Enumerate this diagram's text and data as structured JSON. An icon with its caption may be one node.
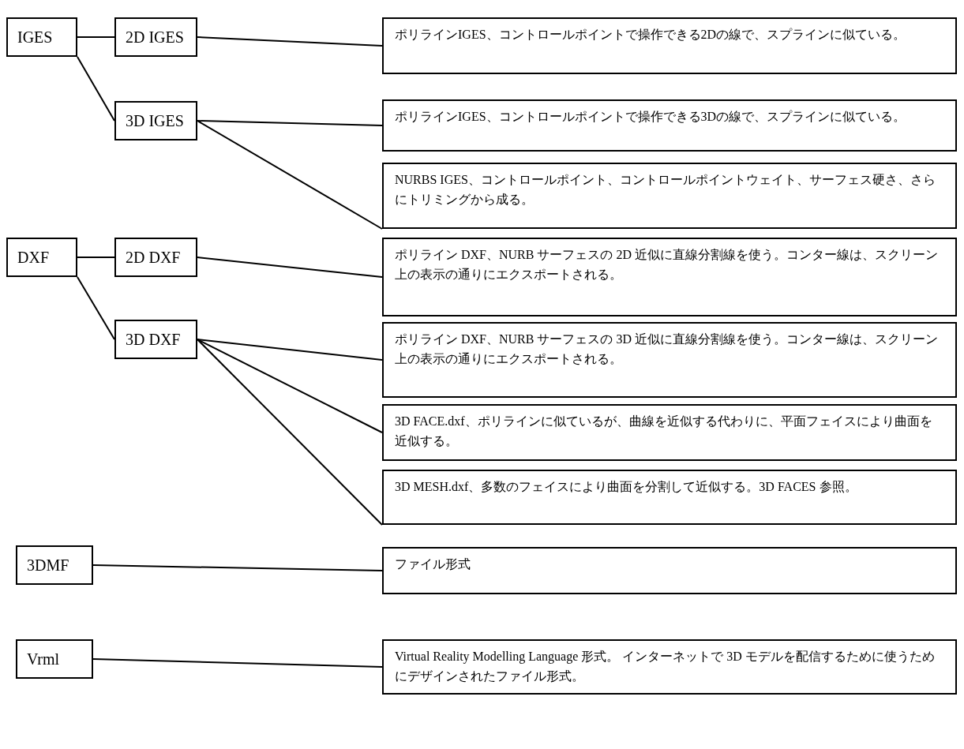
{
  "diagram": {
    "nodes": [
      {
        "text": [
          "IGES"
        ]
      },
      {
        "text": [
          "2D IGES"
        ]
      },
      {
        "text": [
          "3D IGES"
        ]
      },
      {
        "text": [
          "ポリラインIGES、コントロールポイントで操作できる2Dの線で、スプラインに似ている。"
        ]
      },
      {
        "text": [
          "ポリラインIGES、コントロールポイントで操作できる3Dの線で、スプラインに似ている。"
        ]
      },
      {
        "text": [
          "NURBS IGES、コントロールポイント、コントロールポイントウェイト、サーフェス硬さ、さらにトリミングから成る。"
        ]
      },
      {
        "text": [
          "DXF"
        ]
      },
      {
        "text": [
          "2D DXF"
        ]
      },
      {
        "text": [
          "3D DXF"
        ]
      },
      {
        "text": [
          "ポリライン DXF、NURB サーフェスの 2D 近似に直線分割線を使う。コンター線は、スクリーン上の表示の通りにエクスポートされる。"
        ]
      },
      {
        "text": [
          "ポリライン DXF、NURB サーフェスの 3D 近似に直線分割線を使う。コンター線は、スクリーン上の表示の通りにエクスポートされる。"
        ]
      },
      {
        "text": [
          "3D FACE.dxf、ポリラインに似ているが、曲線を近似する代わりに、平面フェイスにより曲面を近似する。"
        ]
      },
      {
        "text": [
          "3D MESH.dxf、多数のフェイスにより曲面を分割して近似する。3D FACES 参照。"
        ]
      },
      {
        "text": [
          "3DMF"
        ]
      },
      {
        "text": [
          "ファイル形式"
        ]
      },
      {
        "text": [
          "Vrml"
        ]
      },
      {
        "text": [
          "Virtual Reality Modelling Language 形式。 インターネットで 3D モデルを配信するために使うためにデザインされたファイル形式。"
        ]
      }
    ],
    "edges": [
      {
        "from": 0,
        "to": 1,
        "arrow": "none"
      },
      {
        "from": 0,
        "to": 2,
        "arrow": "none"
      },
      {
        "from": 1,
        "to": 3,
        "arrow": "none"
      },
      {
        "from": 2,
        "to": 4,
        "arrow": "none"
      },
      {
        "from": 2,
        "to": 5,
        "arrow": "none"
      },
      {
        "from": 6,
        "to": 7,
        "arrow": "none"
      },
      {
        "from": 6,
        "to": 8,
        "arrow": "none"
      },
      {
        "from": 7,
        "to": 9,
        "arrow": "none"
      },
      {
        "from": 8,
        "to": 10,
        "arrow": "none"
      },
      {
        "from": 8,
        "to": 11,
        "arrow": "none"
      },
      {
        "from": 8,
        "to": 12,
        "arrow": "none"
      },
      {
        "from": 13,
        "to": 14,
        "arrow": "none"
      },
      {
        "from": 15,
        "to": 16,
        "arrow": "none"
      }
    ]
  }
}
